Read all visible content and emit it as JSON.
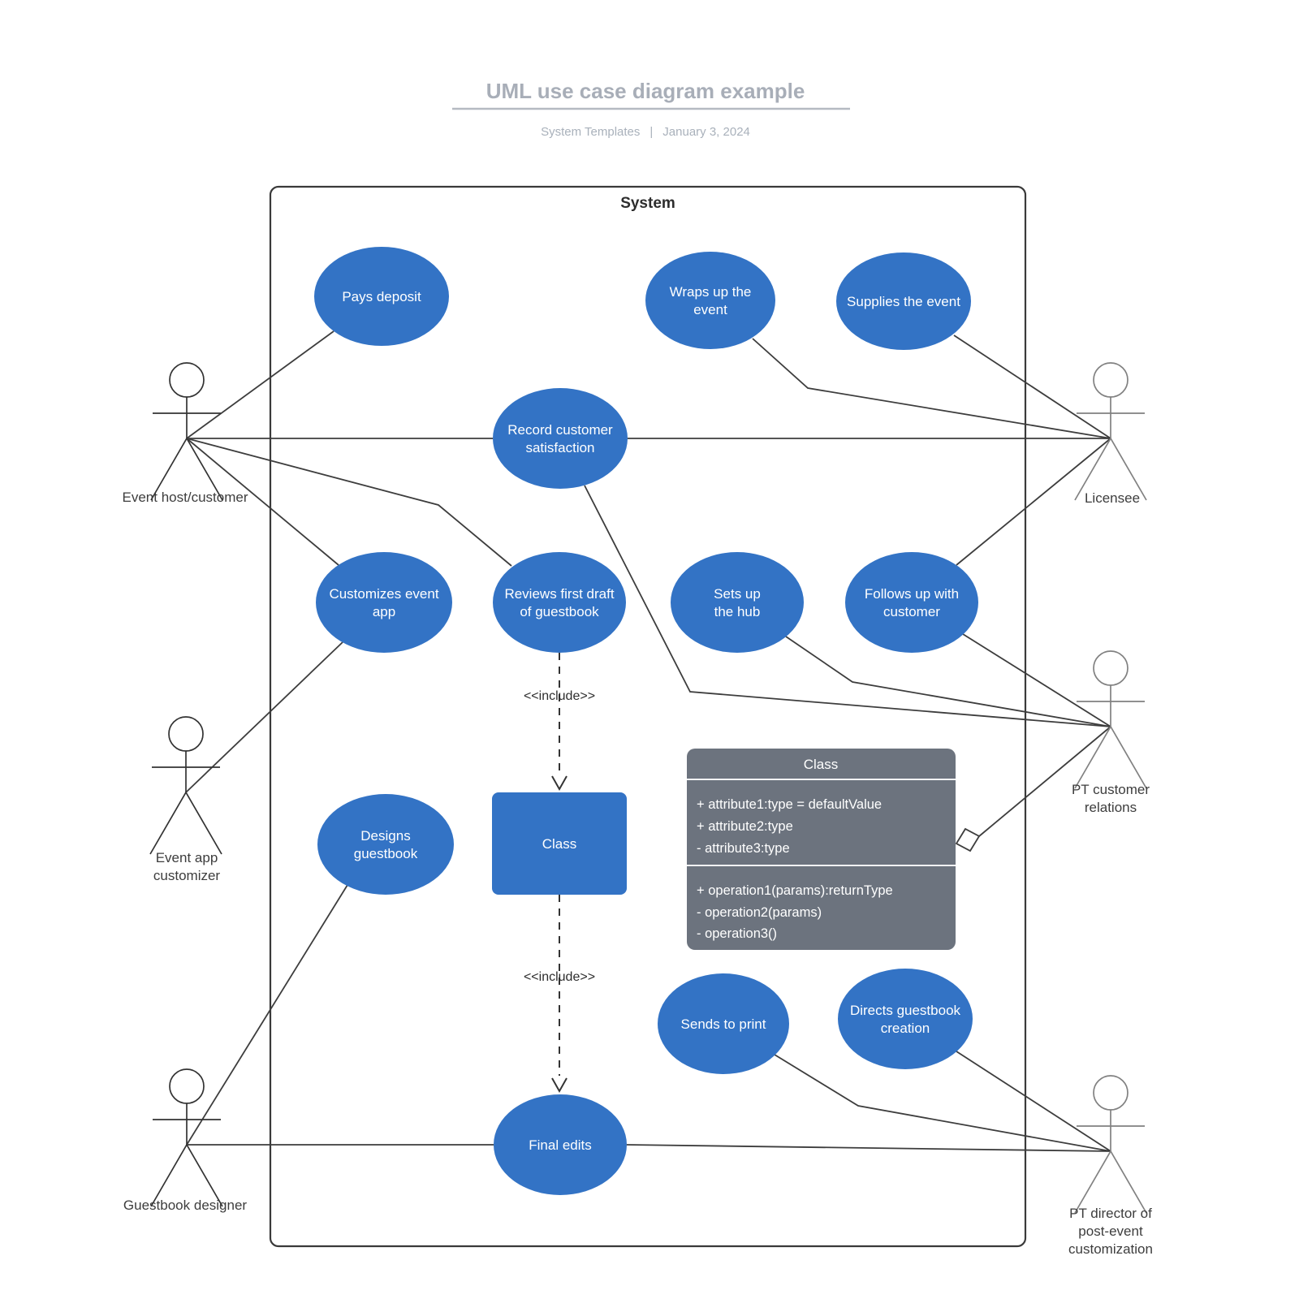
{
  "header": {
    "title": "UML use case diagram example",
    "byline": {
      "author": "System Templates",
      "separator": "|",
      "date": "January 3, 2024"
    }
  },
  "system": {
    "label": "System"
  },
  "include": {
    "label": "<<include>>"
  },
  "colors": {
    "use_case_fill": "#3373c5",
    "class_fill": "#3373c5",
    "uml_class_fill": "#6c737e"
  },
  "use_cases": {
    "pays_deposit": {
      "lines": [
        "Pays deposit"
      ]
    },
    "wraps_up_the_event": {
      "lines": [
        "Wraps up the",
        "event"
      ]
    },
    "supplies_the_event": {
      "lines": [
        "Supplies the event"
      ]
    },
    "record_customer_satisfaction": {
      "lines": [
        "Record customer",
        "satisfaction"
      ]
    },
    "customizes_event_app": {
      "lines": [
        "Customizes event",
        "app"
      ]
    },
    "reviews_first_draft": {
      "lines": [
        "Reviews first draft",
        "of guestbook"
      ]
    },
    "sets_up_the_hub": {
      "lines": [
        "Sets up",
        "the hub"
      ]
    },
    "follows_up_with_customer": {
      "lines": [
        "Follows up with",
        "customer"
      ]
    },
    "designs_guestbook": {
      "lines": [
        "Designs",
        "guestbook"
      ]
    },
    "sends_to_print": {
      "lines": [
        "Sends to print"
      ]
    },
    "directs_guestbook_creation": {
      "lines": [
        "Directs guestbook",
        "creation"
      ]
    },
    "final_edits": {
      "lines": [
        "Final edits"
      ]
    }
  },
  "actors": {
    "event_host": {
      "lines": [
        "Event host/customer"
      ]
    },
    "licensee": {
      "lines": [
        "Licensee"
      ]
    },
    "event_app_customizer": {
      "lines": [
        "Event app",
        "customizer"
      ]
    },
    "guestbook_designer": {
      "lines": [
        "Guestbook designer"
      ]
    },
    "pt_customer_relations": {
      "lines": [
        "PT customer",
        "relations"
      ]
    },
    "pt_director": {
      "lines": [
        "PT director of",
        "post-event",
        "customization"
      ]
    }
  },
  "class_node": {
    "label": "Class"
  },
  "uml_class": {
    "title": "Class",
    "attributes": [
      "+ attribute1:type = defaultValue",
      "+ attribute2:type",
      "- attribute3:type"
    ],
    "operations": [
      "+ operation1(params):returnType",
      "- operation2(params)",
      "- operation3()"
    ]
  }
}
